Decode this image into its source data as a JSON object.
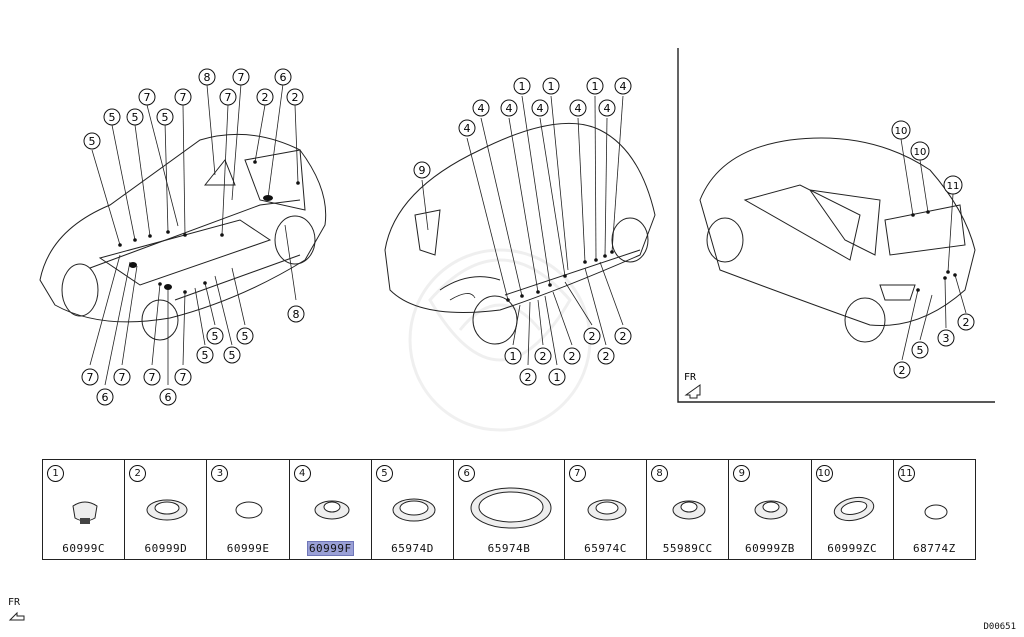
{
  "callouts": {
    "c1": "1",
    "c2": "2",
    "c3": "3",
    "c4": "4",
    "c5": "5",
    "c6": "6",
    "c7": "7",
    "c8": "8",
    "c9": "9",
    "c10": "10",
    "c11": "11"
  },
  "fr_label": "FR",
  "parts": [
    {
      "num": "1",
      "part": "60999C",
      "shape": "clip",
      "highlighted": false
    },
    {
      "num": "2",
      "part": "60999D",
      "shape": "grommet",
      "highlighted": false
    },
    {
      "num": "3",
      "part": "60999E",
      "shape": "flat-plug",
      "highlighted": false
    },
    {
      "num": "4",
      "part": "60999F",
      "shape": "grommet-small",
      "highlighted": true
    },
    {
      "num": "5",
      "part": "65974D",
      "shape": "grommet-wide",
      "highlighted": false
    },
    {
      "num": "6",
      "part": "65974B",
      "shape": "plug-large",
      "highlighted": false
    },
    {
      "num": "7",
      "part": "65974C",
      "shape": "grommet",
      "highlighted": false
    },
    {
      "num": "8",
      "part": "55989CC",
      "shape": "grommet-small",
      "highlighted": false
    },
    {
      "num": "9",
      "part": "60999ZB",
      "shape": "grommet-small",
      "highlighted": false
    },
    {
      "num": "10",
      "part": "60999ZC",
      "shape": "oval-plug",
      "highlighted": false
    },
    {
      "num": "11",
      "part": "68774Z",
      "shape": "flat-plug",
      "highlighted": false
    }
  ],
  "doc_code": "D00651",
  "colors": {
    "highlight": "#9aa0d6",
    "line": "#111111"
  }
}
